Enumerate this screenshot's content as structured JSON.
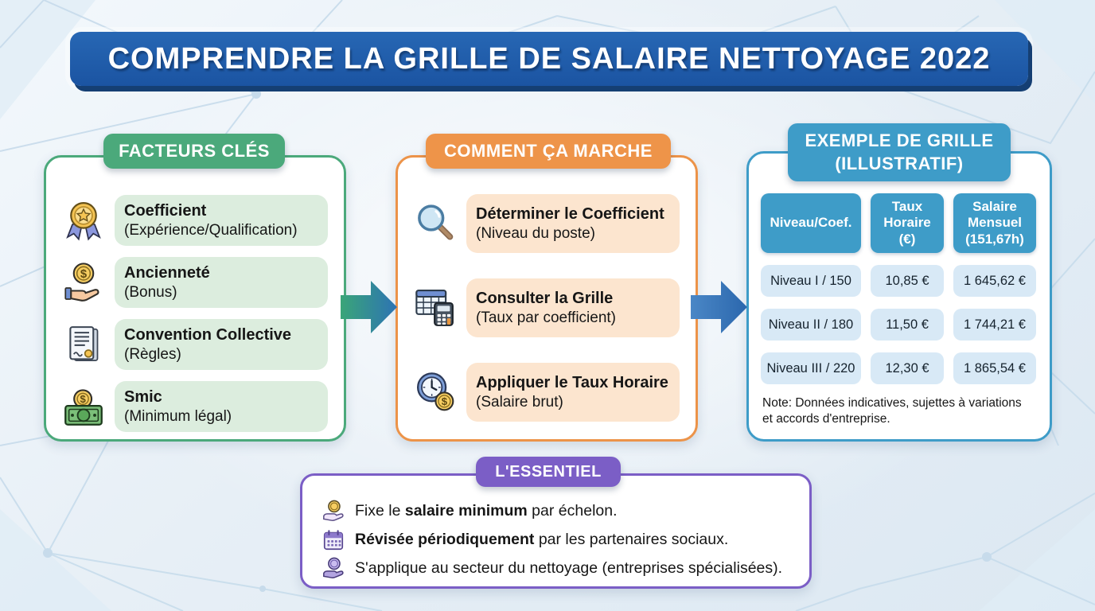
{
  "page_title": "COMPRENDRE LA GRILLE DE SALAIRE NETTOYAGE 2022",
  "colors": {
    "title_banner_blue": "#1d5aa8",
    "title_shadow_navy": "#153f73",
    "green_accent": "#4ba97b",
    "green_light": "#dcedde",
    "orange_accent": "#ee9449",
    "orange_light": "#fce5cf",
    "blue_accent": "#3e9cc8",
    "blue_light": "#d8e9f6",
    "purple_accent": "#7b5ec6",
    "background": "#e7eff6",
    "text_dark": "#161616"
  },
  "left_panel": {
    "badge": "FACTEURS CLÉS",
    "items": [
      {
        "icon": "medal-icon",
        "title": "Coefficient",
        "subtitle": "(Expérience/Qualification)"
      },
      {
        "icon": "hand-coin-icon",
        "title": "Ancienneté",
        "subtitle": "(Bonus)"
      },
      {
        "icon": "contract-icon",
        "title": "Convention Collective",
        "subtitle": "(Règles)"
      },
      {
        "icon": "banknote-coin-icon",
        "title": "Smic",
        "subtitle": "(Minimum légal)"
      }
    ]
  },
  "middle_panel": {
    "badge": "COMMENT ÇA MARCHE",
    "items": [
      {
        "icon": "magnifier-icon",
        "title": "Déterminer le Coefficient",
        "subtitle": "(Niveau du poste)"
      },
      {
        "icon": "calculator-grid-icon",
        "title": "Consulter la Grille",
        "subtitle": "(Taux par coefficient)"
      },
      {
        "icon": "clock-coin-icon",
        "title": "Appliquer le Taux Horaire",
        "subtitle": "(Salaire brut)"
      }
    ]
  },
  "right_panel": {
    "badge_line1": "EXEMPLE DE GRILLE",
    "badge_line2": "(ILLUSTRATIF)",
    "table": {
      "headers": [
        {
          "lines": [
            "Niveau/Coef."
          ]
        },
        {
          "lines": [
            "Taux",
            "Horaire",
            "(€)"
          ]
        },
        {
          "lines": [
            "Salaire",
            "Mensuel",
            "(151,67h)"
          ]
        }
      ],
      "rows": [
        [
          "Niveau I / 150",
          "10,85 €",
          "1 645,62 €"
        ],
        [
          "Niveau II / 180",
          "11,50 €",
          "1 744,21 €"
        ],
        [
          "Niveau III / 220",
          "12,30 €",
          "1 865,54 €"
        ]
      ]
    },
    "note_line1": "Note: Données indicatives, sujettes à variations",
    "note_line2": "et accords d'entreprise."
  },
  "bottom_panel": {
    "badge": "L'ESSENTIEL",
    "items": [
      {
        "icon": "coin-hand-icon",
        "prefix": "Fixe le ",
        "bold": "salaire minimum",
        "suffix": " par échelon."
      },
      {
        "icon": "calendar-icon",
        "prefix": "",
        "bold": "Révisée périodiquement",
        "suffix": " par les partenaires sociaux."
      },
      {
        "icon": "hand-coin-purple-icon",
        "prefix": "S'applique au secteur du nettoyage (entreprises spécialisées).",
        "bold": "",
        "suffix": ""
      }
    ]
  }
}
